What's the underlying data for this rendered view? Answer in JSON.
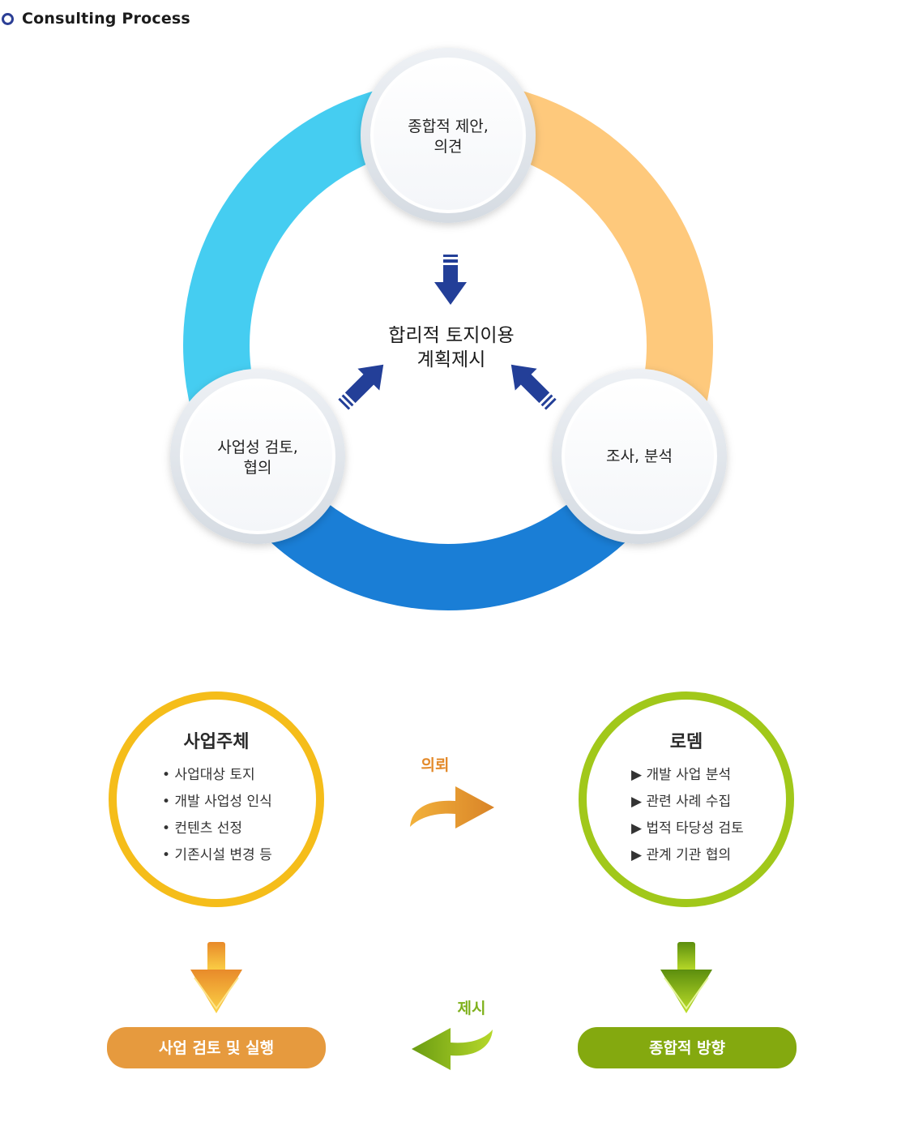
{
  "header": {
    "title": "Consulting  Process"
  },
  "cycle": {
    "top_node": {
      "line1": "종합적 제안,",
      "line2": "의견"
    },
    "left_node": {
      "line1": "사업성 검토,",
      "line2": "협의"
    },
    "right_node": {
      "line1": "조사, 분석"
    },
    "center": {
      "line1": "합리적 토지이용",
      "line2": "계획제시"
    }
  },
  "client": {
    "title": "사업주체",
    "items": [
      "• 사업대상 토지",
      "• 개발 사업성 인식",
      "• 컨텐츠  선정",
      "• 기존시설 변경 등"
    ]
  },
  "rodem": {
    "title": "로뎀",
    "items": [
      "▶ 개발 사업 분석",
      "▶ 관련 사례 수집",
      "▶ 법적 타당성 검토",
      "▶ 관계 기관 협의"
    ]
  },
  "flow": {
    "request_label": "의뢰",
    "propose_label": "제시",
    "client_result": "사업 검토 및 실행",
    "rodem_result": "종합적 방향"
  },
  "colors": {
    "ring_blue_light": "#45cdf1",
    "ring_orange": "#fec97c",
    "ring_blue_dark": "#1a7ed6",
    "arrow_navy": "#233f98",
    "client_yellow": "#f5bd1a",
    "rodem_green": "#a1c81a",
    "client_result_bg": "#e69a3e",
    "rodem_result_bg": "#84a90f",
    "request_text": "#e38a2b",
    "propose_text": "#7fb11c"
  }
}
